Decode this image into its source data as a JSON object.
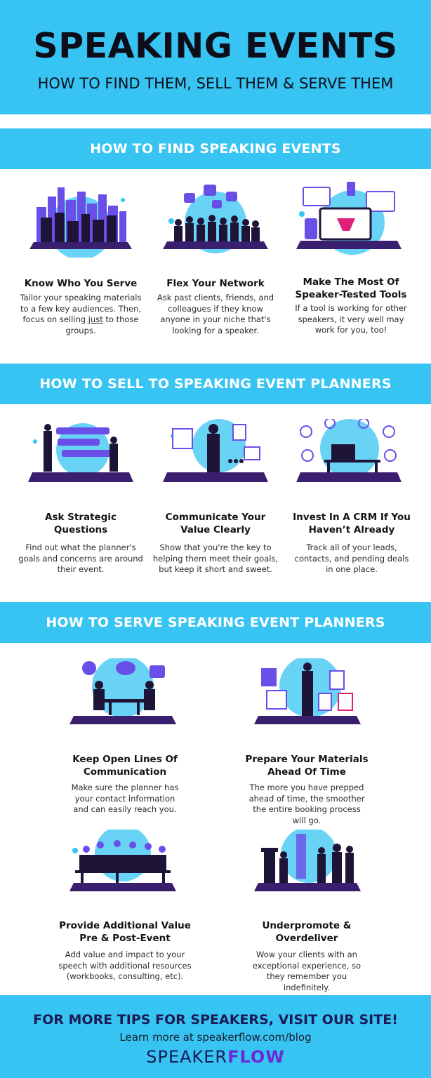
{
  "header": {
    "title": "SPEAKING EVENTS",
    "subtitle": "HOW TO FIND THEM, SELL THEM & SERVE THEM"
  },
  "colors": {
    "brand_blue": "#37c4f3",
    "brand_purple": "#6a2bd6",
    "dark_navy": "#1b1a55",
    "silhouette": "#1e1438"
  },
  "sections": [
    {
      "title": "HOW TO FIND SPEAKING EVENTS",
      "items": [
        {
          "title": "Know Who You Serve",
          "text_before": "Tailor your speaking materials to a few key audiences. Then, focus on selling ",
          "text_emphasis": "just",
          "text_after": " to those groups.",
          "icon": "city-skyline-icon"
        },
        {
          "title": "Flex Your Network",
          "text": "Ask past clients, friends, and colleagues if they know anyone in your niche that's looking for a speaker.",
          "icon": "networking-crowd-icon"
        },
        {
          "title": "Make The Most Of Speaker-Tested Tools",
          "text": "If a tool is working for other speakers, it very well may work for you, too!",
          "icon": "devices-tools-icon"
        }
      ]
    },
    {
      "title": "HOW TO SELL TO SPEAKING EVENT PLANNERS",
      "items": [
        {
          "title": "Ask Strategic Questions",
          "text": "Find out what the planner's goals and concerns are around their event.",
          "icon": "conversation-icon"
        },
        {
          "title": "Communicate Your Value Clearly",
          "text": "Show that you're the key to helping them meet their goals, but keep it short and sweet.",
          "icon": "presentation-icon"
        },
        {
          "title": "Invest In A CRM If You Haven’t Already",
          "text": "Track all of your leads, contacts, and pending deals in one place.",
          "icon": "crm-desk-icon"
        }
      ]
    },
    {
      "title": "HOW TO SERVE SPEAKING EVENT PLANNERS",
      "items": [
        {
          "title": "Keep Open Lines Of Communication",
          "text": "Make sure the planner has your contact information and can easily reach you.",
          "icon": "meeting-table-icon"
        },
        {
          "title": "Prepare Your Materials Ahead Of Time",
          "text": "The more you have prepped ahead of time, the smoother the entire booking process will go.",
          "icon": "materials-icon"
        },
        {
          "title": "Provide Additional Value Pre & Post-Event",
          "text": "Add value and impact to your speech with additional resources (workbooks, consulting, etc).",
          "icon": "audience-icon"
        },
        {
          "title": "Underpromote & Overdeliver",
          "text": "Wow your clients with an exceptional experience, so they remember you indefinitely.",
          "icon": "stage-podium-icon"
        }
      ]
    }
  ],
  "footer": {
    "cta": "FOR MORE TIPS FOR SPEAKERS, VISIT OUR SITE!",
    "link": "Learn more at speakerflow.com/blog",
    "logo_part1": "SPEAKER",
    "logo_part2": "FLOW"
  }
}
